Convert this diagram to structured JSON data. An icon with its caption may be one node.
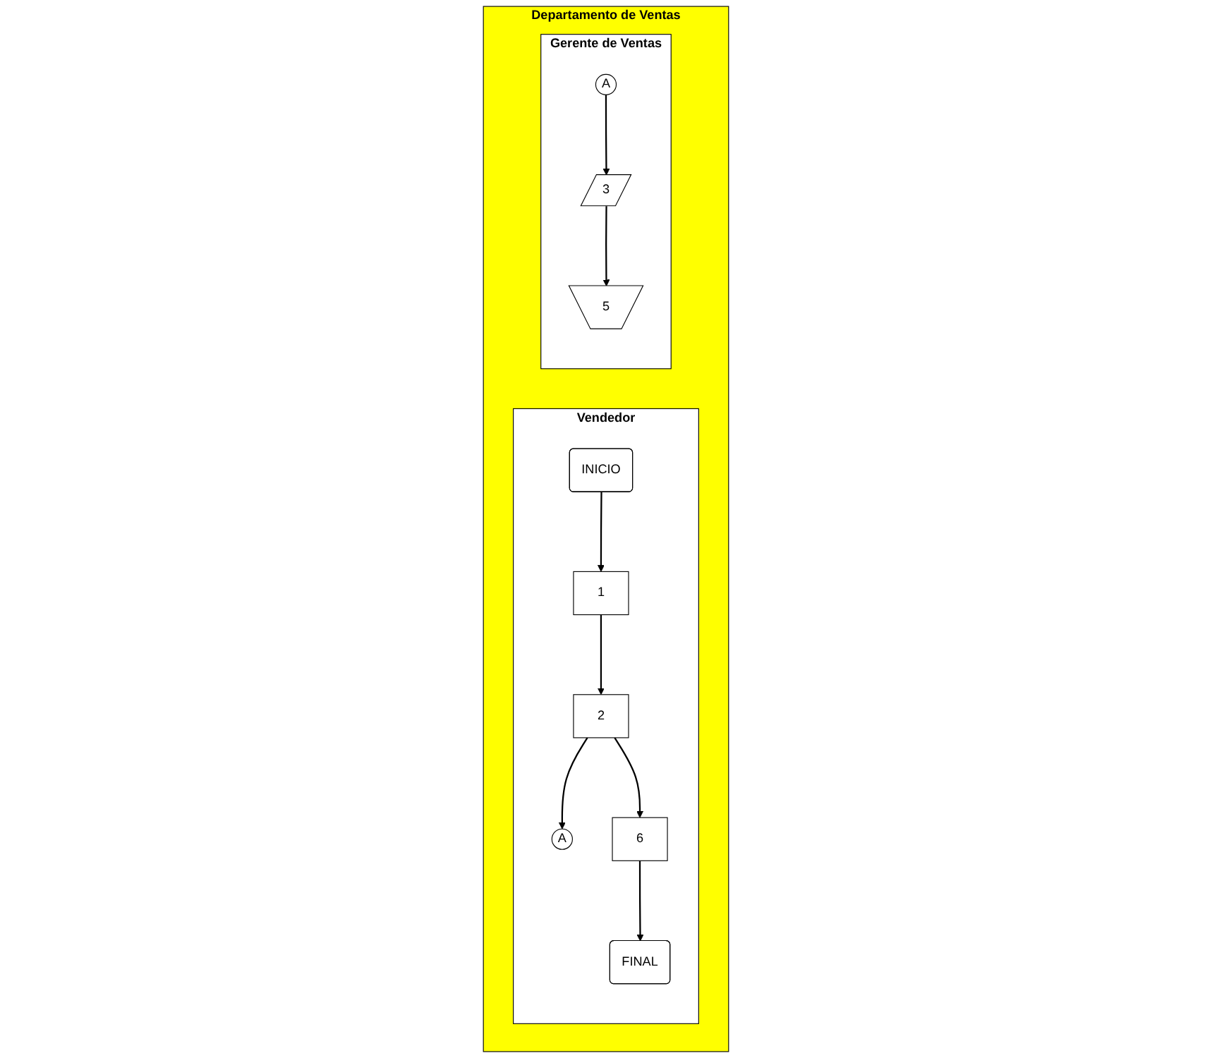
{
  "diagram": {
    "nodes": [
      {
        "text": [
          "Departamento de Ventas"
        ]
      },
      {
        "text": [
          "Vendedor"
        ],
        "in": 0
      },
      {
        "text": [
          "INICIO"
        ],
        "in": 1
      },
      {
        "text": [
          "1"
        ],
        "in": 1
      },
      {
        "text": [
          "2"
        ],
        "in": 1
      },
      {
        "text": [
          "A"
        ],
        "in": 1
      },
      {
        "text": [
          "6"
        ],
        "in": 1
      },
      {
        "text": [
          "FINAL"
        ],
        "in": 1
      },
      {
        "text": [
          "Gerente de Ventas"
        ],
        "in": 0
      },
      {
        "text": [
          "A"
        ],
        "in": 8
      },
      {
        "text": [
          "3"
        ],
        "in": 8
      },
      {
        "text": [
          "5"
        ],
        "in": 8
      }
    ],
    "edges": [
      {
        "from": 2,
        "to": 3,
        "arrow": "to"
      },
      {
        "from": 3,
        "to": 4,
        "arrow": "to"
      },
      {
        "from": 4,
        "to": 5,
        "arrow": "to"
      },
      {
        "from": 4,
        "to": 6,
        "arrow": "to"
      },
      {
        "from": 6,
        "to": 7,
        "arrow": "to"
      },
      {
        "from": 9,
        "to": 10,
        "arrow": "to"
      },
      {
        "from": 10,
        "to": 11,
        "arrow": "to"
      }
    ]
  }
}
